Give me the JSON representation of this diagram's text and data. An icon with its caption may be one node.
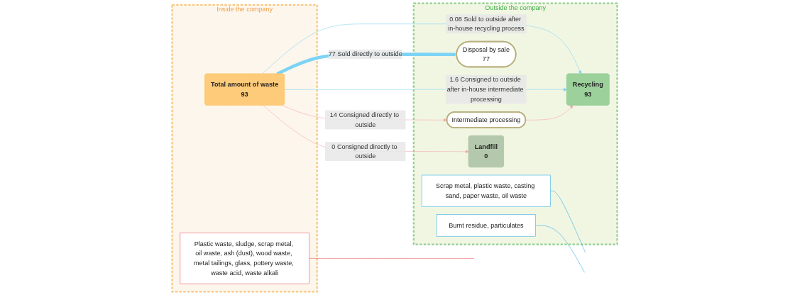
{
  "diagram": {
    "nodes": [
      {
        "text": [
          "Inside the company"
        ]
      },
      {
        "text": [
          "Total amount of waste",
          "93"
        ],
        "in": 0
      },
      {
        "text": [
          "Outside the company"
        ]
      },
      {
        "text": [
          "Scrap metal, plastic waste, casting sand, paper waste, oil waste"
        ],
        "in": 2
      },
      {
        "text": [
          "Disposal by sale",
          "77"
        ],
        "in": 2
      },
      {
        "text": [
          "Recycling",
          "93"
        ],
        "in": 2
      },
      {
        "text": [
          "Burnt residue, particulates"
        ],
        "in": 2
      },
      {
        "text": [
          "Intermediate processing"
        ],
        "in": 2
      },
      {
        "text": [
          "Plastic waste, sludge, scrap metal, oil waste, ash (dust), wood waste, metal tailings, glass, pottery waste, waste acid, waste alkali"
        ],
        "in": 0
      },
      {
        "text": [
          "Landfill",
          "0"
        ],
        "in": 2
      }
    ],
    "edges": [
      {
        "from": 1,
        "to": 5,
        "arrow": "to",
        "label": "0.08 Sold to outside after in-house recycling process",
        "color": "#7dd3f5"
      },
      {
        "from": 1,
        "to": 4,
        "arrow": "to",
        "label": "77 Sold directly to outside",
        "style": "thick",
        "color": "#7dd3f5"
      },
      {
        "from": 1,
        "to": 5,
        "arrow": "to",
        "label": "1.6 Consigned to outside after in-house intermediate processing",
        "color": "#7dd3f5"
      },
      {
        "from": 1,
        "to": 7,
        "arrow": "to",
        "label": "14 Consigned directly to outside",
        "color": "#f4a6a8"
      },
      {
        "from": 7,
        "to": 5,
        "arrow": "to",
        "color": "#f4a6a8"
      },
      {
        "from": 1,
        "to": 9,
        "arrow": "to",
        "label": "0 Consigned directly to outside",
        "color": "#f4a6a8"
      },
      {
        "from": 3,
        "to": null,
        "arrow": "none",
        "color": "#29abe2"
      },
      {
        "from": 6,
        "to": null,
        "arrow": "none",
        "color": "#29abe2"
      },
      {
        "from": 8,
        "to": null,
        "arrow": "none",
        "color": "#e8505b"
      }
    ]
  }
}
